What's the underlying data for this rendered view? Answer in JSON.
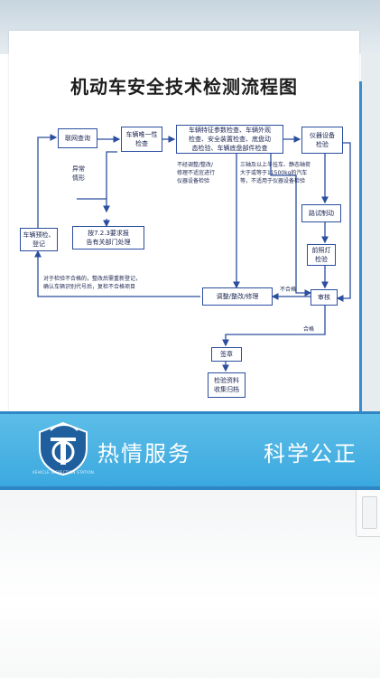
{
  "poster": {
    "title": "机动车安全技术检测流程图"
  },
  "nodes": {
    "network_query": "联网查询",
    "vehicle_unique_check": "车辆唯一性\n检查",
    "abnormal": "异常\n情形",
    "report": "按7.2.3要求报\n告有关部门处理",
    "pre_check_register": "车辆预检、\n登记",
    "feature_check": "车辆特征参数检查、车辆外观\n检查、安全装置检查、底盘动\n态检验、车辆底盘部件检查",
    "instrument_check": "仪器设备\n检验",
    "road_brake": "路试制动",
    "headlight_check": "前照灯\n检验",
    "review": "审核",
    "adjust": "调整/整改/修理",
    "sign": "签章",
    "archive": "检验资料\n收集归档"
  },
  "notes": {
    "not_adjusted": "不经调整/整改/\n修理不适宜进行\n仪器设备检验",
    "tractor": "三轴及以上半挂车、静态轴荷\n大于或等于11500kg的汽车\n等，不适用于仪器设备检验",
    "reregister": "对于检验不合格的，整改后需重新登记，\n确认车辆识别代号后，复检不合格项目",
    "unqualified": "不合格",
    "qualified": "合格"
  },
  "banner": {
    "slogan_left": "热情服务",
    "slogan_right": "科学公正",
    "logo_caption": "VEHICLE INSPECTION STATION"
  },
  "colors": {
    "arrow": "#2b4e9f",
    "banner": "#3aa8de",
    "text": "#1a2450"
  }
}
